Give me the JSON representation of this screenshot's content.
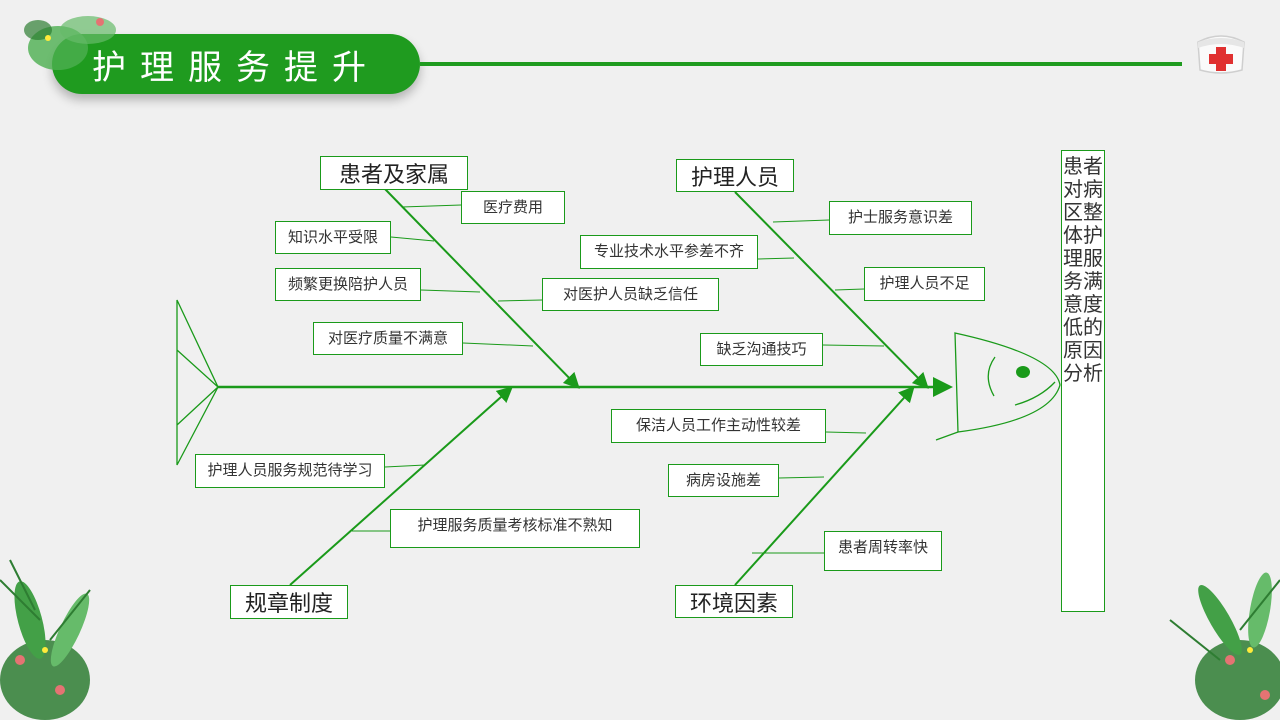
{
  "slide": {
    "title": "护理服务提升",
    "colors": {
      "green": "#1f9b1f",
      "line": "#1a9a1a",
      "background": "#f0f0f0"
    },
    "icons": [
      "nurse-cap-icon",
      "leaf-decoration-icon"
    ]
  },
  "fishbone": {
    "head_label": "患者对病区整体护理服务满意度低的原因分析",
    "categories": {
      "patients": "患者及家属",
      "nurses": "护理人员",
      "rules": "规章制度",
      "environment": "环境因素"
    },
    "causes": {
      "patients": [
        "医疗费用",
        "知识水平受限",
        "频繁更换陪护人员",
        "对医疗质量不满意"
      ],
      "nurses": [
        "护士服务意识差",
        "专业技术水平参差不齐",
        "对医护人员缺乏信任",
        "护理人员不足",
        "缺乏沟通技巧"
      ],
      "rules": [
        "护理人员服务规范待学习",
        "护理服务质量考核标准不熟知"
      ],
      "environment": [
        "保洁人员工作主动性较差",
        "病房设施差",
        "患者周转率快"
      ]
    }
  }
}
